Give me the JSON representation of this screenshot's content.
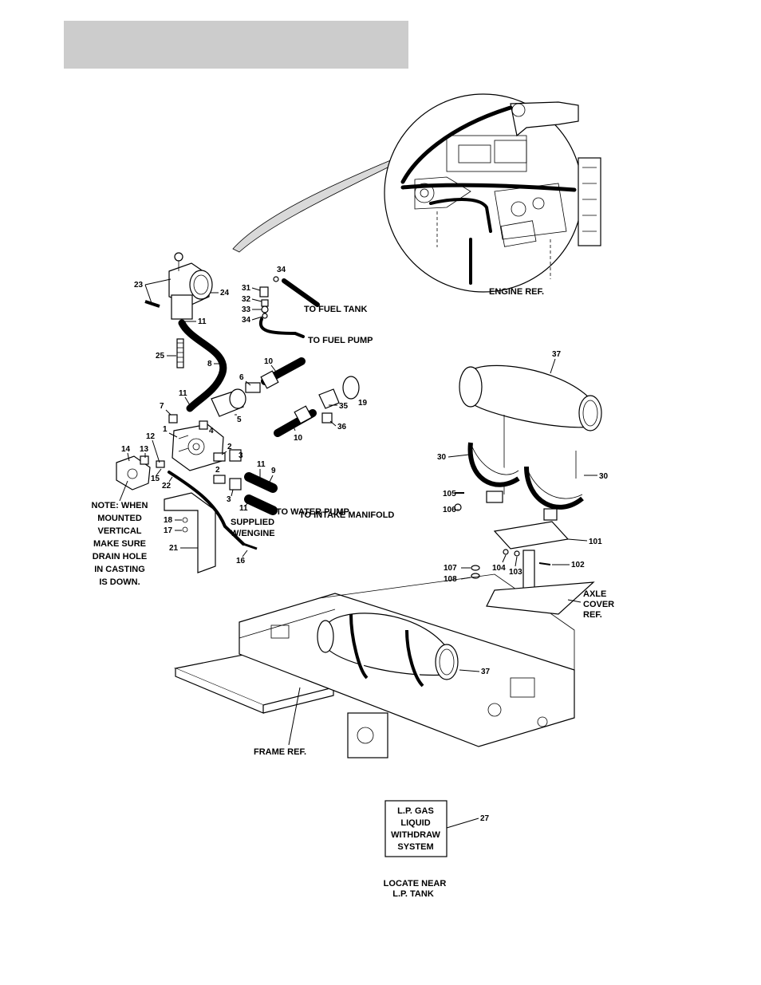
{
  "labels": {
    "engine_ref": "ENGINE REF.",
    "to_fuel_tank": "TO FUEL TANK",
    "to_fuel_pump": "TO FUEL PUMP",
    "to_water_pump": "TO WATER PUMP",
    "to_intake_manifold": "TO INTAKE MANIFOLD",
    "supplied_1": "SUPPLIED",
    "supplied_2": "W/ENGINE",
    "note_1": "NOTE: WHEN",
    "note_2": "MOUNTED",
    "note_3": "VERTICAL",
    "note_4": "MAKE SURE",
    "note_5": "DRAIN HOLE",
    "note_6": "IN CASTING",
    "note_7": "IS DOWN.",
    "axle_1": "AXLE",
    "axle_2": "COVER",
    "axle_3": "REF.",
    "frame_ref": "FRAME REF.",
    "decal_1": "L.P. GAS",
    "decal_2": "LIQUID",
    "decal_3": "WITHDRAW",
    "decal_4": "SYSTEM",
    "locate_1": "LOCATE NEAR",
    "locate_2": "L.P. TANK"
  },
  "callouts": {
    "c34a": "34",
    "c31": "31",
    "c32": "32",
    "c33": "33",
    "c34b": "34",
    "c23": "23",
    "c24": "24",
    "c11a": "11",
    "c25": "25",
    "c8": "8",
    "c10a": "10",
    "c6": "6",
    "c11b": "11",
    "c19": "19",
    "c7": "7",
    "c5": "5",
    "c35": "35",
    "c4": "4",
    "c36": "36",
    "c1": "1",
    "c10b": "10",
    "c12": "12",
    "c2a": "2",
    "c14": "14",
    "c13": "13",
    "c3a": "3",
    "c11c": "11",
    "c9": "9",
    "c15": "15",
    "c22": "22",
    "c2b": "2",
    "c3b": "3",
    "c11d": "11",
    "c18": "18",
    "c17": "17",
    "c21": "21",
    "c16": "16",
    "c37a": "37",
    "c30a": "30",
    "c30b": "30",
    "c105": "105",
    "c106": "106",
    "c101": "101",
    "c107": "107",
    "c104": "104",
    "c103": "103",
    "c102": "102",
    "c108": "108",
    "c37b": "37",
    "c27": "27"
  }
}
